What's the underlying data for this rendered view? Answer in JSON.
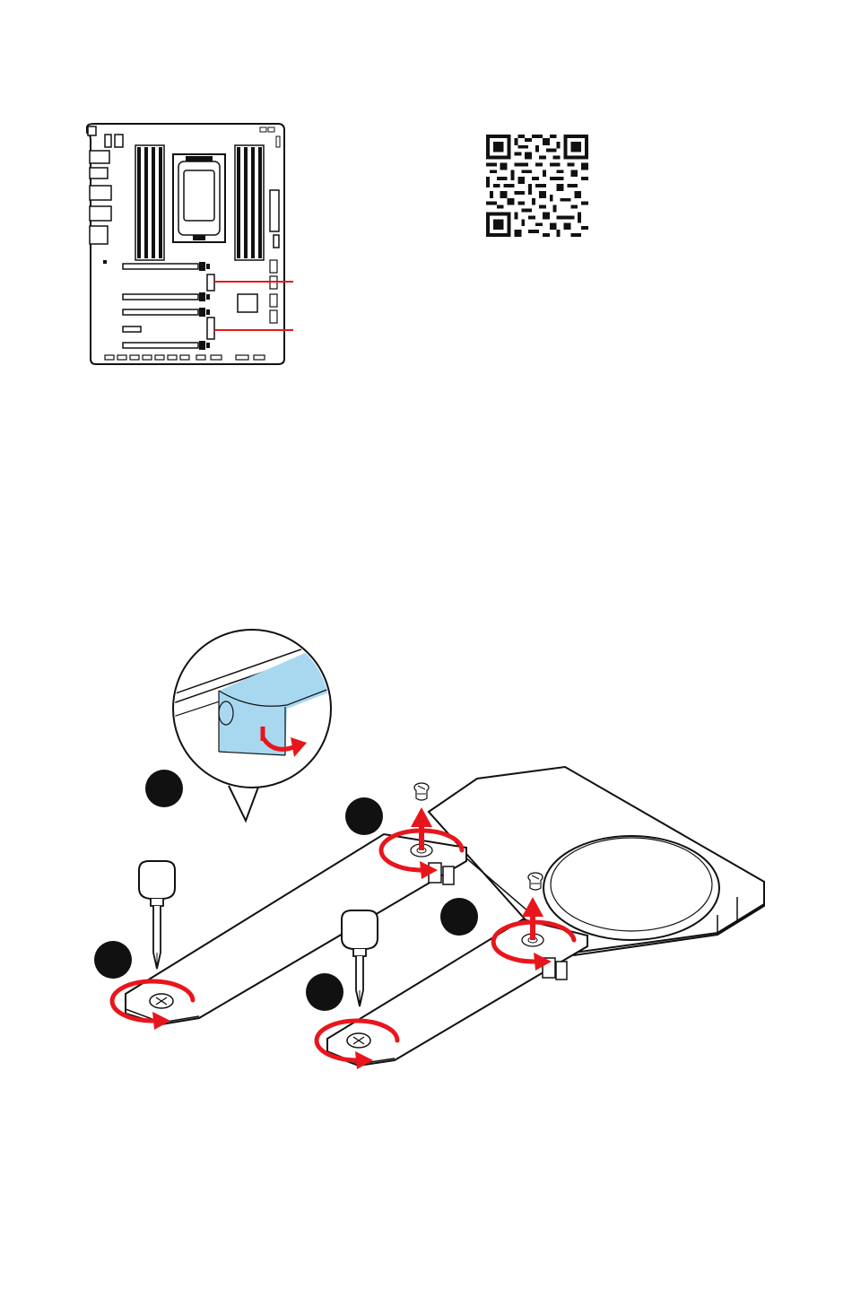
{
  "page": {
    "background": "#ffffff"
  },
  "colors": {
    "line": "#111111",
    "accent_red": "#e8161c",
    "step_badge": "#111111",
    "thermal_pad": "#a8d8f0"
  },
  "figure_top": {
    "motherboard_icon": "motherboard-layout-icon",
    "callout_lines": 2,
    "qr_icon": "qr-code-icon"
  },
  "figure_bottom": {
    "illustration": "m2-shield-removal",
    "step_badges": 5,
    "icons": [
      "screwdriver-icon",
      "screw-icon",
      "rotate-arrow-icon",
      "lift-arrow-icon",
      "zoom-callout-icon"
    ]
  }
}
